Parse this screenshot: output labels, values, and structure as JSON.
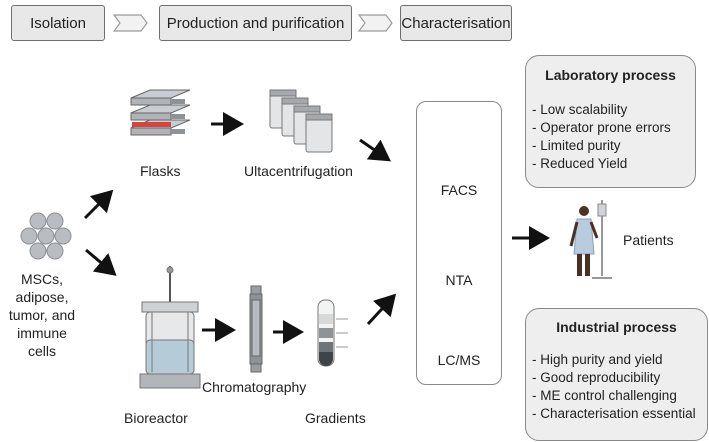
{
  "stages": [
    "Isolation",
    "Production and purification",
    "Characterisation"
  ],
  "sources": {
    "cells": [
      "MSCs,",
      "adipose,",
      "tumor, and",
      "immune cells"
    ]
  },
  "upper_path": {
    "flasks": "Flasks",
    "ultracentrifugation": "Ultacentrifugation"
  },
  "lower_path": {
    "bioreactor": "Bioreactor",
    "chromatography": "Chromatography",
    "gradients": "Gradients"
  },
  "characterisation_methods": [
    "FACS",
    "NTA",
    "LC/MS"
  ],
  "patients": "Patients",
  "laboratory": {
    "title": "Laboratory  process",
    "items": [
      "- Low scalability",
      "- Operator prone errors",
      "- Limited purity",
      "- Reduced Yield"
    ]
  },
  "industrial": {
    "title": "Industrial process",
    "items": [
      "- High purity and yield",
      "- Good reproducibility",
      "- ME control challenging",
      "- Characterisation essential"
    ]
  },
  "colors": {
    "box_fill": "#e8e8e8",
    "panel_fill": "#eeeeee",
    "border": "#6f6f6f",
    "arrow": "#111111"
  }
}
